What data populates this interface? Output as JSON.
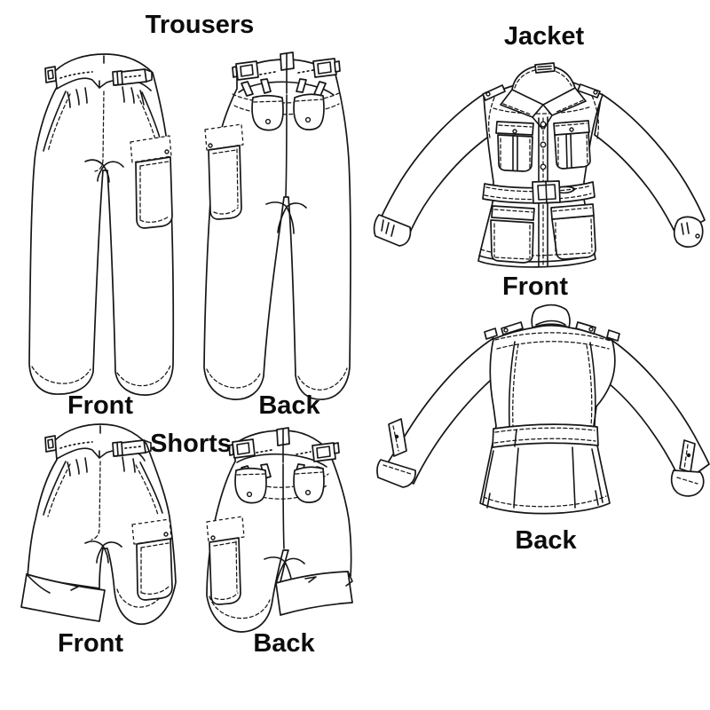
{
  "page": {
    "background": "#ffffff",
    "ink_color": "#161616",
    "description": "Sewing pattern technical line drawings: trousers, shorts and safari jacket, each shown in front and back views"
  },
  "garments": [
    {
      "id": "trousers",
      "title": "Trousers",
      "views": [
        "Front",
        "Back"
      ]
    },
    {
      "id": "jacket",
      "title": "Jacket",
      "views": [
        "Front",
        "Back"
      ]
    },
    {
      "id": "shorts",
      "title": "Shorts",
      "views": [
        "Front",
        "Back"
      ]
    }
  ],
  "labels": {
    "trousers_title": "Trousers",
    "jacket_title": "Jacket",
    "shorts_title": "Shorts",
    "trousers_front": "Front",
    "trousers_back": "Back",
    "jacket_front": "Front",
    "jacket_back": "Back",
    "shorts_front": "Front",
    "shorts_back": "Back"
  }
}
